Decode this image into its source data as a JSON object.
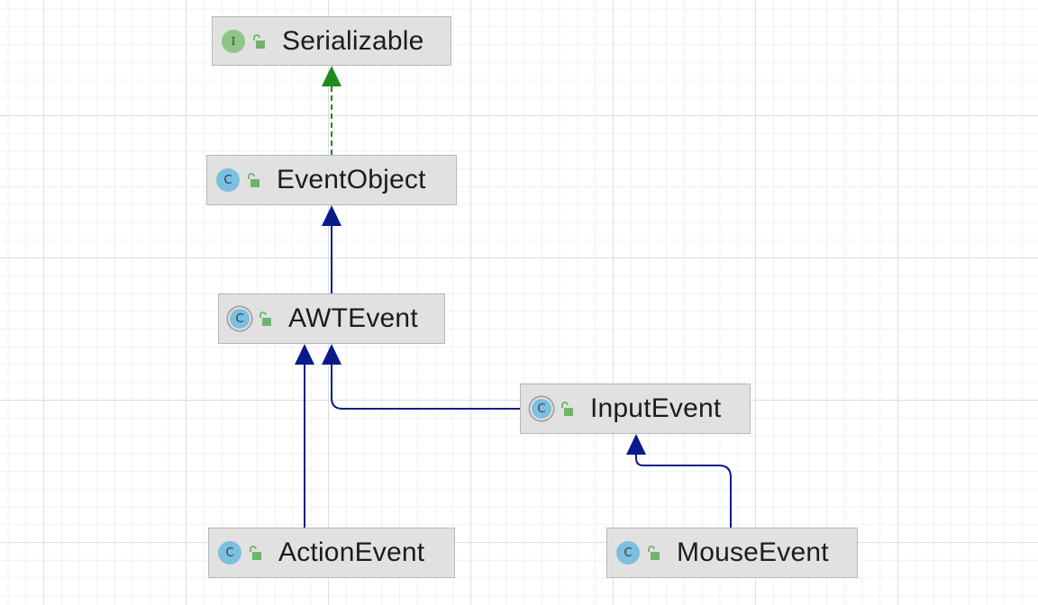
{
  "diagram": {
    "nodes": [
      {
        "id": "serializable",
        "label": "Serializable",
        "kind": "interface",
        "kind_letter": "I",
        "kind_icon": "interface-icon",
        "access_icon": "public-unlock-icon"
      },
      {
        "id": "eventobject",
        "label": "EventObject",
        "kind": "class",
        "kind_letter": "C",
        "kind_icon": "class-icon",
        "access_icon": "public-unlock-icon"
      },
      {
        "id": "awtevent",
        "label": "AWTEvent",
        "kind": "abstract",
        "kind_letter": "C",
        "kind_icon": "abstract-class-icon",
        "access_icon": "public-unlock-icon"
      },
      {
        "id": "inputevent",
        "label": "InputEvent",
        "kind": "abstract",
        "kind_letter": "C",
        "kind_icon": "abstract-class-icon",
        "access_icon": "public-unlock-icon"
      },
      {
        "id": "actionevent",
        "label": "ActionEvent",
        "kind": "class",
        "kind_letter": "C",
        "kind_icon": "class-icon",
        "access_icon": "public-unlock-icon"
      },
      {
        "id": "mouseevent",
        "label": "MouseEvent",
        "kind": "class",
        "kind_letter": "C",
        "kind_icon": "class-icon",
        "access_icon": "public-unlock-icon"
      }
    ],
    "edges": [
      {
        "from": "eventobject",
        "to": "serializable",
        "relation": "implements"
      },
      {
        "from": "awtevent",
        "to": "eventobject",
        "relation": "extends"
      },
      {
        "from": "actionevent",
        "to": "awtevent",
        "relation": "extends"
      },
      {
        "from": "inputevent",
        "to": "awtevent",
        "relation": "extends"
      },
      {
        "from": "mouseevent",
        "to": "inputevent",
        "relation": "extends"
      }
    ],
    "colors": {
      "extends_edge": "#0a1a8c",
      "implements_edge": "#1f8a1f",
      "node_fill": "#e1e1e1",
      "node_border": "#b7b7b7",
      "class_icon": "#7cbfe0",
      "interface_icon": "#8ec68a",
      "lock_icon": "#6fb46a",
      "grid": "#e6e6e6"
    }
  }
}
